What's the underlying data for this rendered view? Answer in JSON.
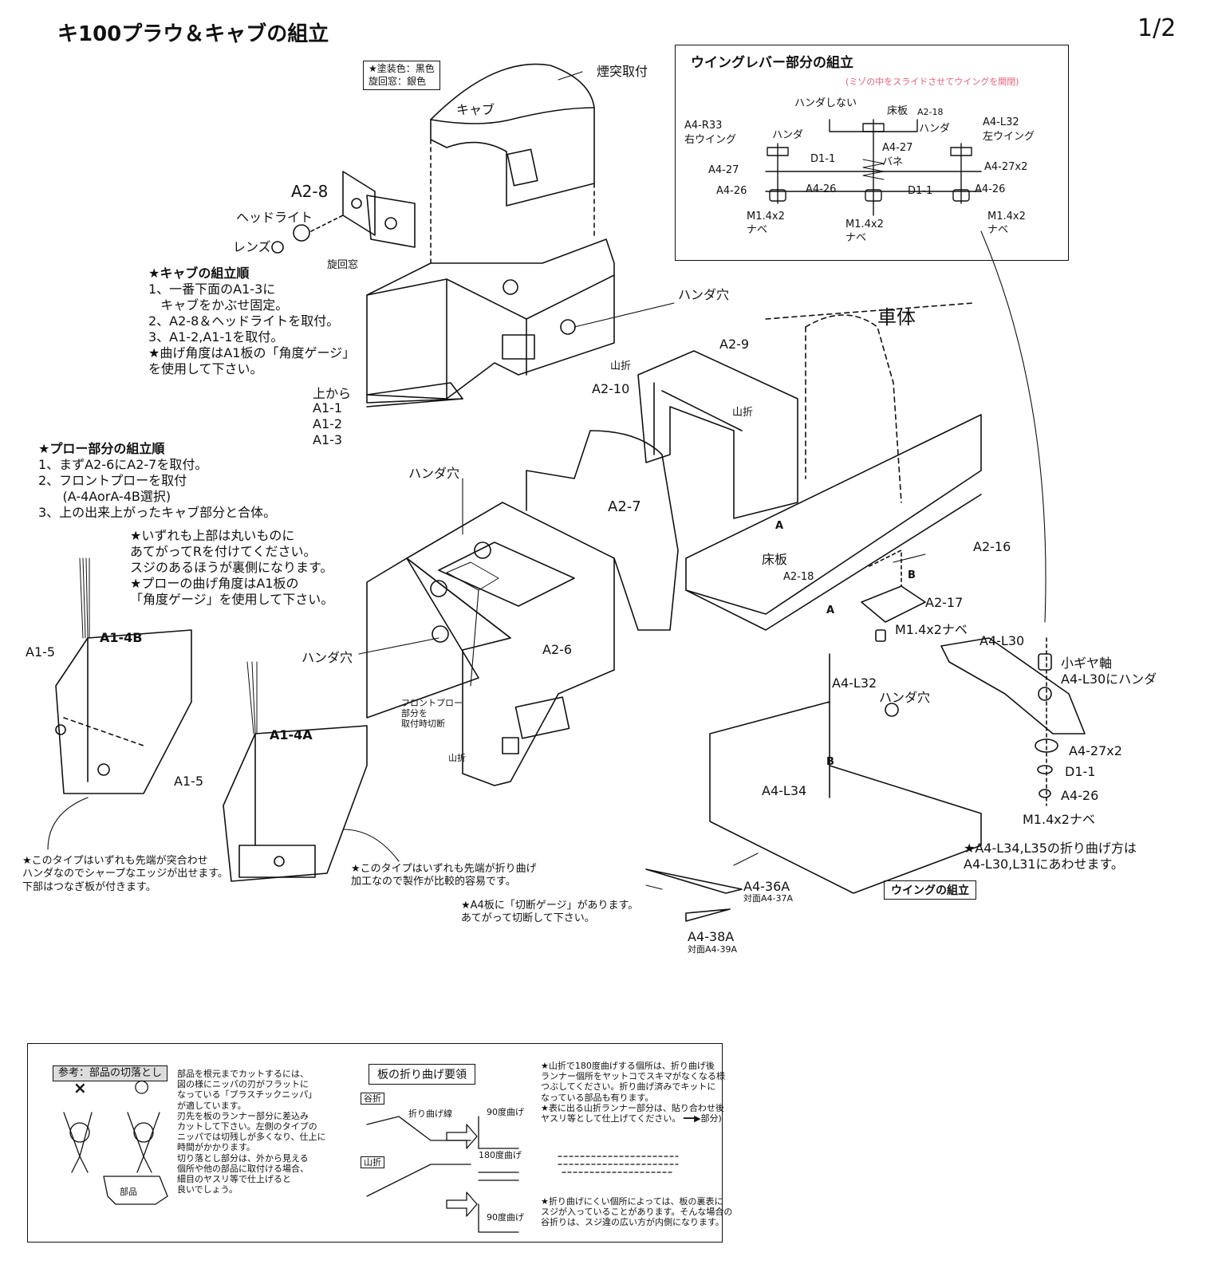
{
  "header": {
    "title": "キ100プラウ＆キャブの組立",
    "page": "1/2"
  },
  "paint_note": "★塗装色：黒色\n旋回窓：銀色",
  "labels": {
    "chimney": "煙突取付",
    "cab": "キャブ",
    "a2_8": "A2-8",
    "headlight": "ヘッドライト",
    "lens": "レンズ",
    "rotating_window": "旋回窓",
    "solder_hole": "ハンダ穴",
    "body": "車体",
    "a2_9": "A2-9",
    "mountain_fold": "山折",
    "a2_10": "A2-10",
    "mountain_fold_2": "山折",
    "from_top": "上から",
    "a1_1": "A1-1",
    "a1_2": "A1-2",
    "a1_3": "A1-3",
    "solder_hole_2": "ハンダ穴",
    "a2_7": "A2-7",
    "a_mark": "A",
    "floor": "床板",
    "a2_18": "A2-18",
    "a2_16": "A2-16",
    "b_mark": "B",
    "a2_17": "A2-17",
    "m14x2_nabe": "M1.4x2ナベ",
    "a1_4b": "A1-4B",
    "a1_5_left": "A1-5",
    "solder_hole_3": "ハンダ穴",
    "a2_6": "A2-6",
    "front_plow_cut": "フロントプロー\n部分を\n取付時切断",
    "mountain_fold_3": "山折",
    "a1_4a": "A1-4A",
    "a1_5_mid": "A1-5",
    "a_mark_2": "A",
    "a4_l30": "A4-L30",
    "a4_l32": "A4-L32",
    "solder_hole_4": "ハンダ穴",
    "small_gear": "小ギヤ軸",
    "solder_to_l30": "A4-L30にハンダ",
    "b_mark_2": "B",
    "a4_27x2": "A4-27x2",
    "d1_1": "D1-1",
    "a4_l34": "A4-L34",
    "a4_26": "A4-26",
    "m14x2_nabe_2": "M1.4x2ナベ",
    "a4_36a": "A4-36A",
    "a4_37a": "対面A4-37A",
    "a4_38a": "A4-38A",
    "a4_39a": "対面A4-39A"
  },
  "cab_steps": {
    "title": "★キャブの組立順",
    "lines": [
      "1、一番下面のA1-3に",
      "   キャブをかぶせ固定。",
      "2、A2-8＆ヘッドライトを取付。",
      "3、A1-2,A1-1を取付。",
      "★曲げ角度はA1板の「角度ゲージ」",
      "を使用して下さい。"
    ]
  },
  "plow_steps": {
    "title": "★プロー部分の組立順",
    "lines": [
      "1、まずA2-6にA2-7を取付。",
      "2、フロントプローを取付",
      "      (A-4AorA-4B選択)",
      "3、上の出来上がったキャブ部分と合体。"
    ]
  },
  "round_note": {
    "lines": [
      "★いずれも上部は丸いものに",
      "あてがってRを付けてください。",
      "スジのあるほうが裏側になります。",
      "★プローの曲げ角度はA1板の",
      "「角度ゲージ」を使用して下さい。"
    ]
  },
  "note_type_b": {
    "lines": [
      "★このタイプはいずれも先端が突合わせ",
      "ハンダなのでシャープなエッジが出せます。",
      "下部はつなぎ板が付きます。"
    ]
  },
  "note_type_a": {
    "lines": [
      "★このタイプはいずれも先端が折り曲げ",
      "加工なので製作が比較的容易です。"
    ]
  },
  "note_cut_gauge": {
    "lines": [
      "★A4板に「切断ゲージ」があります。",
      "あてがって切断して下さい。"
    ]
  },
  "note_wing_fold": {
    "lines": [
      "★A4-L34,L35の折り曲げ方は",
      "A4-L30,L31にあわせます。"
    ]
  },
  "wing_assembly_title": "ウイングの組立",
  "wing_lever": {
    "title": "ウイングレバー部分の組立",
    "subtitle": "(ミゾの中をスライドさせてウイングを開閉)",
    "no_solder": "ハンダしない",
    "floor": "床板",
    "a2_18": "A2-18",
    "a4_r33": "A4-R33",
    "right_wing": "右ウイング",
    "solder_l": "ハンダ",
    "solder_r": "ハンダ",
    "a4_l32": "A4-L32",
    "left_wing": "左ウイング",
    "a4_27_c": "A4-27",
    "spring": "バネ",
    "d1_1_l": "D1-1",
    "a4_27_l": "A4-27",
    "a4_27x2_r": "A4-27x2",
    "a4_26_l": "A4-26",
    "a4_26_c": "A4-26",
    "d1_1_r": "D1-1",
    "a4_26_r": "A4-26",
    "m14x2_l": "M1.4x2",
    "nabe_l": "ナベ",
    "m14x2_c": "M1.4x2",
    "nabe_c": "ナベ",
    "m14x2_r": "M1.4x2",
    "nabe_r": "ナベ"
  },
  "bottom_panel": {
    "ref_title": "参考：部品の切落とし",
    "mark_x": "×",
    "mark_o": "○",
    "parts": "部品",
    "ref_lines": [
      "部品を根元までカットするには、",
      "図の様にニッパの刃がフラットに",
      "なっている「プラスチックニッパ」",
      "が適しています。",
      "刃先を板のランナー部分に差込み",
      "カットして下さい。左側のタイプの",
      "ニッパでは切残しが多くなり、仕上に",
      "時間がかかります。",
      "切り落とし部分は、外から見える",
      "個所や他の部品に取付ける場合、",
      "細目のヤスリ等で仕上げると",
      "良いでしょう。"
    ],
    "fold_title": "板の折り曲げ要領",
    "valley": "谷折",
    "mountain": "山折",
    "fold_line": "折り曲げ線",
    "deg90_a": "90度曲げ",
    "deg180": "180度曲げ",
    "deg90_b": "90度曲げ",
    "right_lines": [
      "★山折で180度曲げする個所は、折り曲げ後",
      "ランナー個所をヤットコでスキマがなくなる様",
      "つぶしてください。折り曲げ済みでキットに",
      "なっている部品も有ります。",
      "★表に出る山折ランナー部分は、貼り合わせ後",
      "ヤスリ等として仕上げてください。 ━━▶部分)"
    ],
    "right_lines_2": [
      "★折り曲げにくい個所によっては、板の裏表に",
      "スジが入っていることがあります。そんな場合の",
      "谷折りは、スジ違の広い方が内側になります。"
    ]
  }
}
